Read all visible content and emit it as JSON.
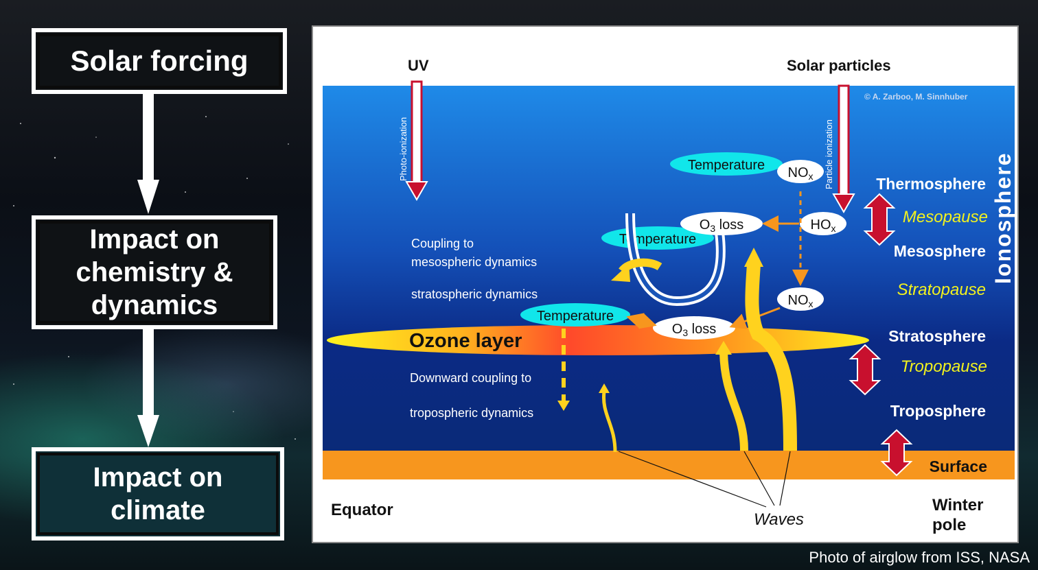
{
  "left_flow": {
    "solar_forcing": "Solar forcing",
    "impact_chem_lines": [
      "Impact on",
      "chemistry &",
      "dynamics"
    ],
    "impact_climate_lines": [
      "Impact on",
      "climate"
    ]
  },
  "diagram": {
    "uv": "UV",
    "solar_particles": "Solar particles",
    "photo_ionization": "Photo-ionization",
    "particle_ionization": "Particle ionization",
    "copyright": "© A. Zarboo, M. Sinnhuber",
    "ionosphere": "Ionosphere",
    "thermosphere": "Thermosphere",
    "mesopause": "Mesopause",
    "mesosphere": "Mesosphere",
    "stratopause": "Stratopause",
    "stratosphere": "Stratosphere",
    "tropopause": "Tropopause",
    "troposphere": "Troposphere",
    "surface": "Surface",
    "temperature": "Temperature",
    "nox_main": "NO",
    "nox_sub": "x",
    "hox_main": "HO",
    "hox_sub": "x",
    "o3_main": "O",
    "o3_sub": "3",
    "o3_rest": " loss",
    "coupling_line1": "Coupling to",
    "coupling_line2": "mesospheric dynamics",
    "coupling_line3": "stratospheric dynamics",
    "ozone_layer": "Ozone layer",
    "downward_line1": "Downward coupling to",
    "downward_line2": "tropospheric dynamics",
    "equator": "Equator",
    "waves": "Waves",
    "winter_pole_line1": "Winter",
    "winter_pole_line2": "pole"
  },
  "credit": "Photo of airglow from ISS, NASA",
  "colors": {
    "atmosphere_top": "#1e86e6",
    "atmosphere_bottom": "#0a2a7a",
    "surface": "#f7961e",
    "temperature_fill": "#11e6ea",
    "yellow_label": "#f2f21e",
    "arrow_red": "#c8102e",
    "wave_yellow": "#ffd21e"
  }
}
